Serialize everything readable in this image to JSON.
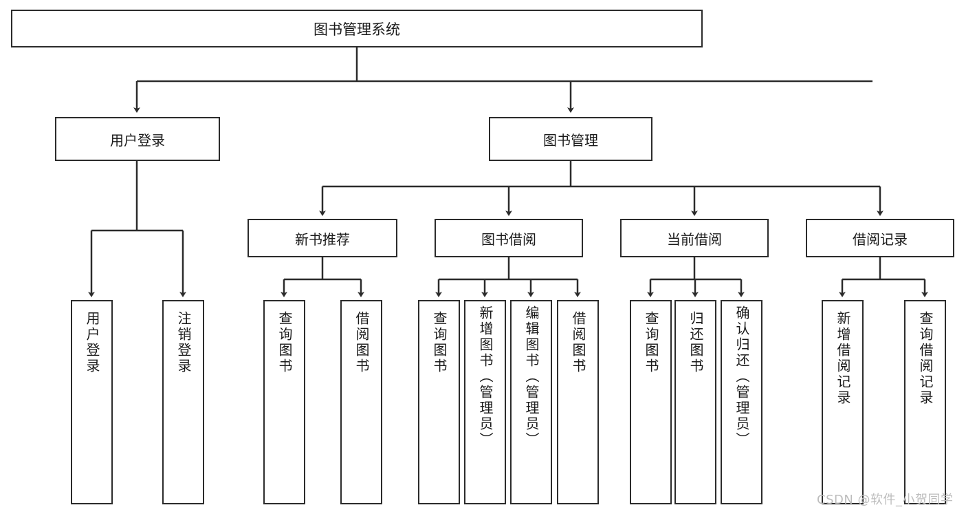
{
  "diagram": {
    "type": "hierarchy-tree",
    "title": "图书管理系统",
    "root": {
      "label": "图书管理系统"
    },
    "level2": [
      {
        "label": "用户登录"
      },
      {
        "label": "图书管理"
      }
    ],
    "level3": [
      {
        "label": "新书推荐"
      },
      {
        "label": "图书借阅"
      },
      {
        "label": "当前借阅"
      },
      {
        "label": "借阅记录"
      }
    ],
    "leaves": {
      "user_login": [
        {
          "label": "用户登录"
        },
        {
          "label": "注销登录"
        }
      ],
      "new_book_recommend": [
        {
          "label": "查询图书"
        },
        {
          "label": "借阅图书"
        }
      ],
      "book_borrow": [
        {
          "label": "查询图书"
        },
        {
          "label": "新增图书（管理员）"
        },
        {
          "label": "编辑图书（管理员）"
        },
        {
          "label": "借阅图书"
        }
      ],
      "current_borrow": [
        {
          "label": "查询图书"
        },
        {
          "label": "归还图书"
        },
        {
          "label": "确认归还（管理员）"
        }
      ],
      "borrow_record": [
        {
          "label": "新增借阅记录"
        },
        {
          "label": "查询借阅记录"
        }
      ]
    }
  },
  "watermark": {
    "text": "CSDN @软件_小贺同学",
    "color": "#bdbdbd"
  },
  "colors": {
    "box_border": "#2b2b2b",
    "box_fill": "#ffffff",
    "connector": "#2b2b2b",
    "text": "#1a1a1a",
    "background": "#ffffff"
  }
}
